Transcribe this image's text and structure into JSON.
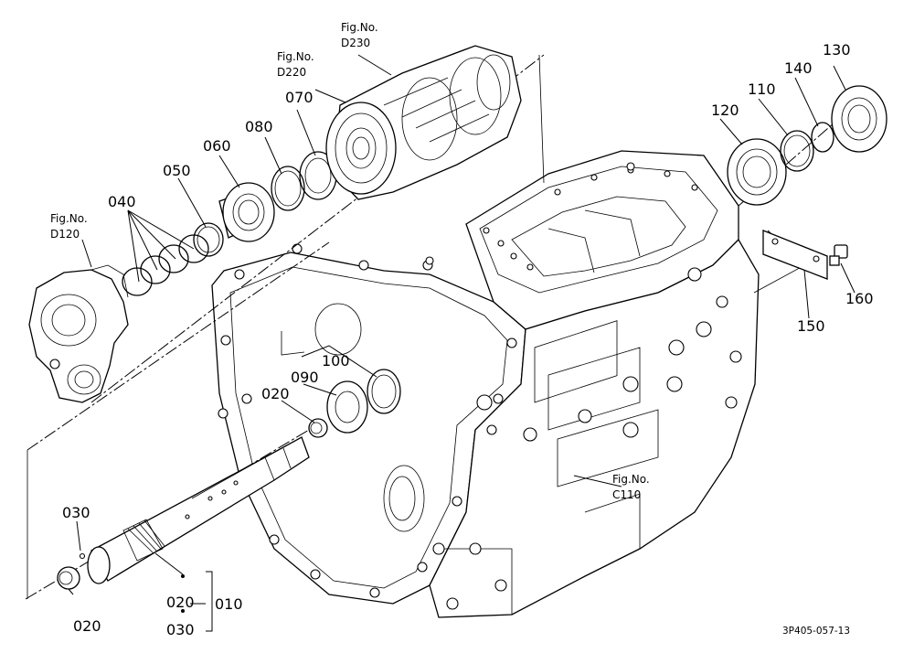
{
  "labels": {
    "p010": "010",
    "p020_shaft": "020",
    "p020_sleeve": "020",
    "p020_bottom": "020",
    "p030_top": "030",
    "p030_bottom": "030",
    "p040": "040",
    "p050": "050",
    "p060": "060",
    "p070": "070",
    "p080": "080",
    "p090": "090",
    "p100": "100",
    "p110": "110",
    "p120": "120",
    "p130": "130",
    "p140": "140",
    "p150": "150",
    "p160": "160"
  },
  "figure_refs": {
    "d230": {
      "line1": "Fig.No.",
      "line2": "D230"
    },
    "d220": {
      "line1": "Fig.No.",
      "line2": "D220"
    },
    "d120": {
      "line1": "Fig.No.",
      "line2": "D120"
    },
    "c110": {
      "line1": "Fig.No.",
      "line2": "C110"
    }
  },
  "drawing_code": "3P405-057-13"
}
